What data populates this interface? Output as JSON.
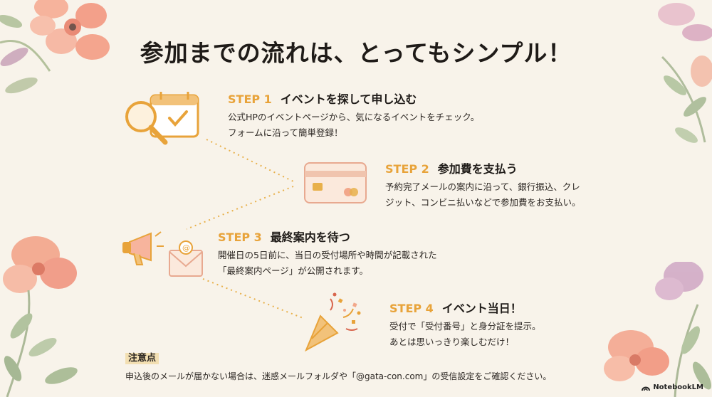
{
  "title": "参加までの流れは、とってもシンプル！",
  "steps": [
    {
      "label": "STEP 1",
      "title": "イベントを探して申し込む",
      "lines": [
        "公式HPのイベントページから、気になるイベントをチェック。",
        "フォームに沿って簡単登録！"
      ]
    },
    {
      "label": "STEP 2",
      "title": "参加費を支払う",
      "lines": [
        "予約完了メールの案内に沿って、銀行振込、クレ",
        "ジット、コンビニ払いなどで参加費をお支払い。"
      ]
    },
    {
      "label": "STEP 3",
      "title": "最終案内を待つ",
      "lines": [
        "開催日の5日前に、当日の受付場所や時間が記載された",
        "「最終案内ページ」が公開されます。"
      ]
    },
    {
      "label": "STEP 4",
      "title": "イベント当日！",
      "lines": [
        "受付で「受付番号」と身分証を提示。",
        "あとは思いっきり楽しむだけ！"
      ]
    }
  ],
  "note": {
    "title": "注意点",
    "text": "申込後のメールが届かない場合は、迷惑メールフォルダや「@gata-con.com」の受信設定をご確認ください。"
  },
  "badge": "NotebookLM",
  "icons": [
    "magnifier-calendar-icon",
    "credit-card-icon",
    "megaphone-email-icon",
    "party-popper-icon"
  ],
  "colors": {
    "accent": "#e8a33a",
    "background": "#f8f3ea"
  }
}
